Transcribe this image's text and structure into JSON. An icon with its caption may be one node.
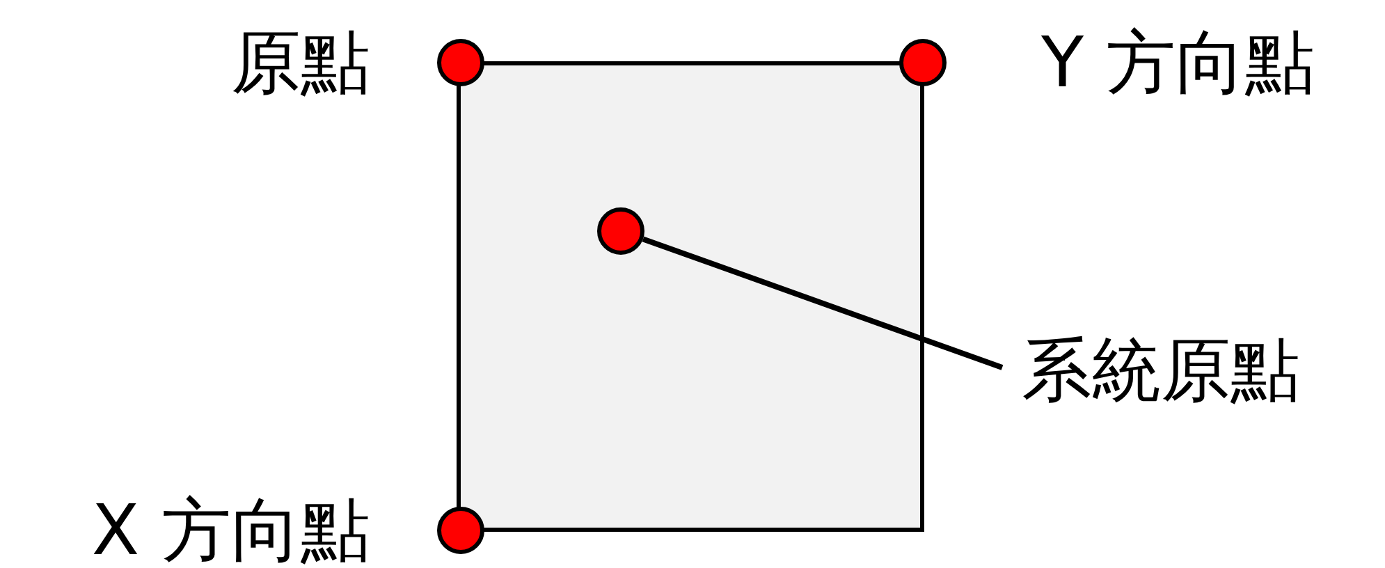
{
  "diagram": {
    "nodes": [
      {
        "text": [],
        "shape": "box"
      },
      {
        "text": [],
        "shape": "circle",
        "beside": [
          "原點"
        ]
      },
      {
        "text": [],
        "shape": "circle",
        "beside": [
          "Y 方向點"
        ]
      },
      {
        "text": [],
        "shape": "circle",
        "beside": [
          "X 方向點"
        ]
      },
      {
        "text": [],
        "shape": "circle",
        "in": 0
      },
      {
        "text": [
          "系統原點"
        ]
      }
    ],
    "edges": [
      {
        "from": 5,
        "to": 4,
        "arrow": "none"
      }
    ]
  }
}
